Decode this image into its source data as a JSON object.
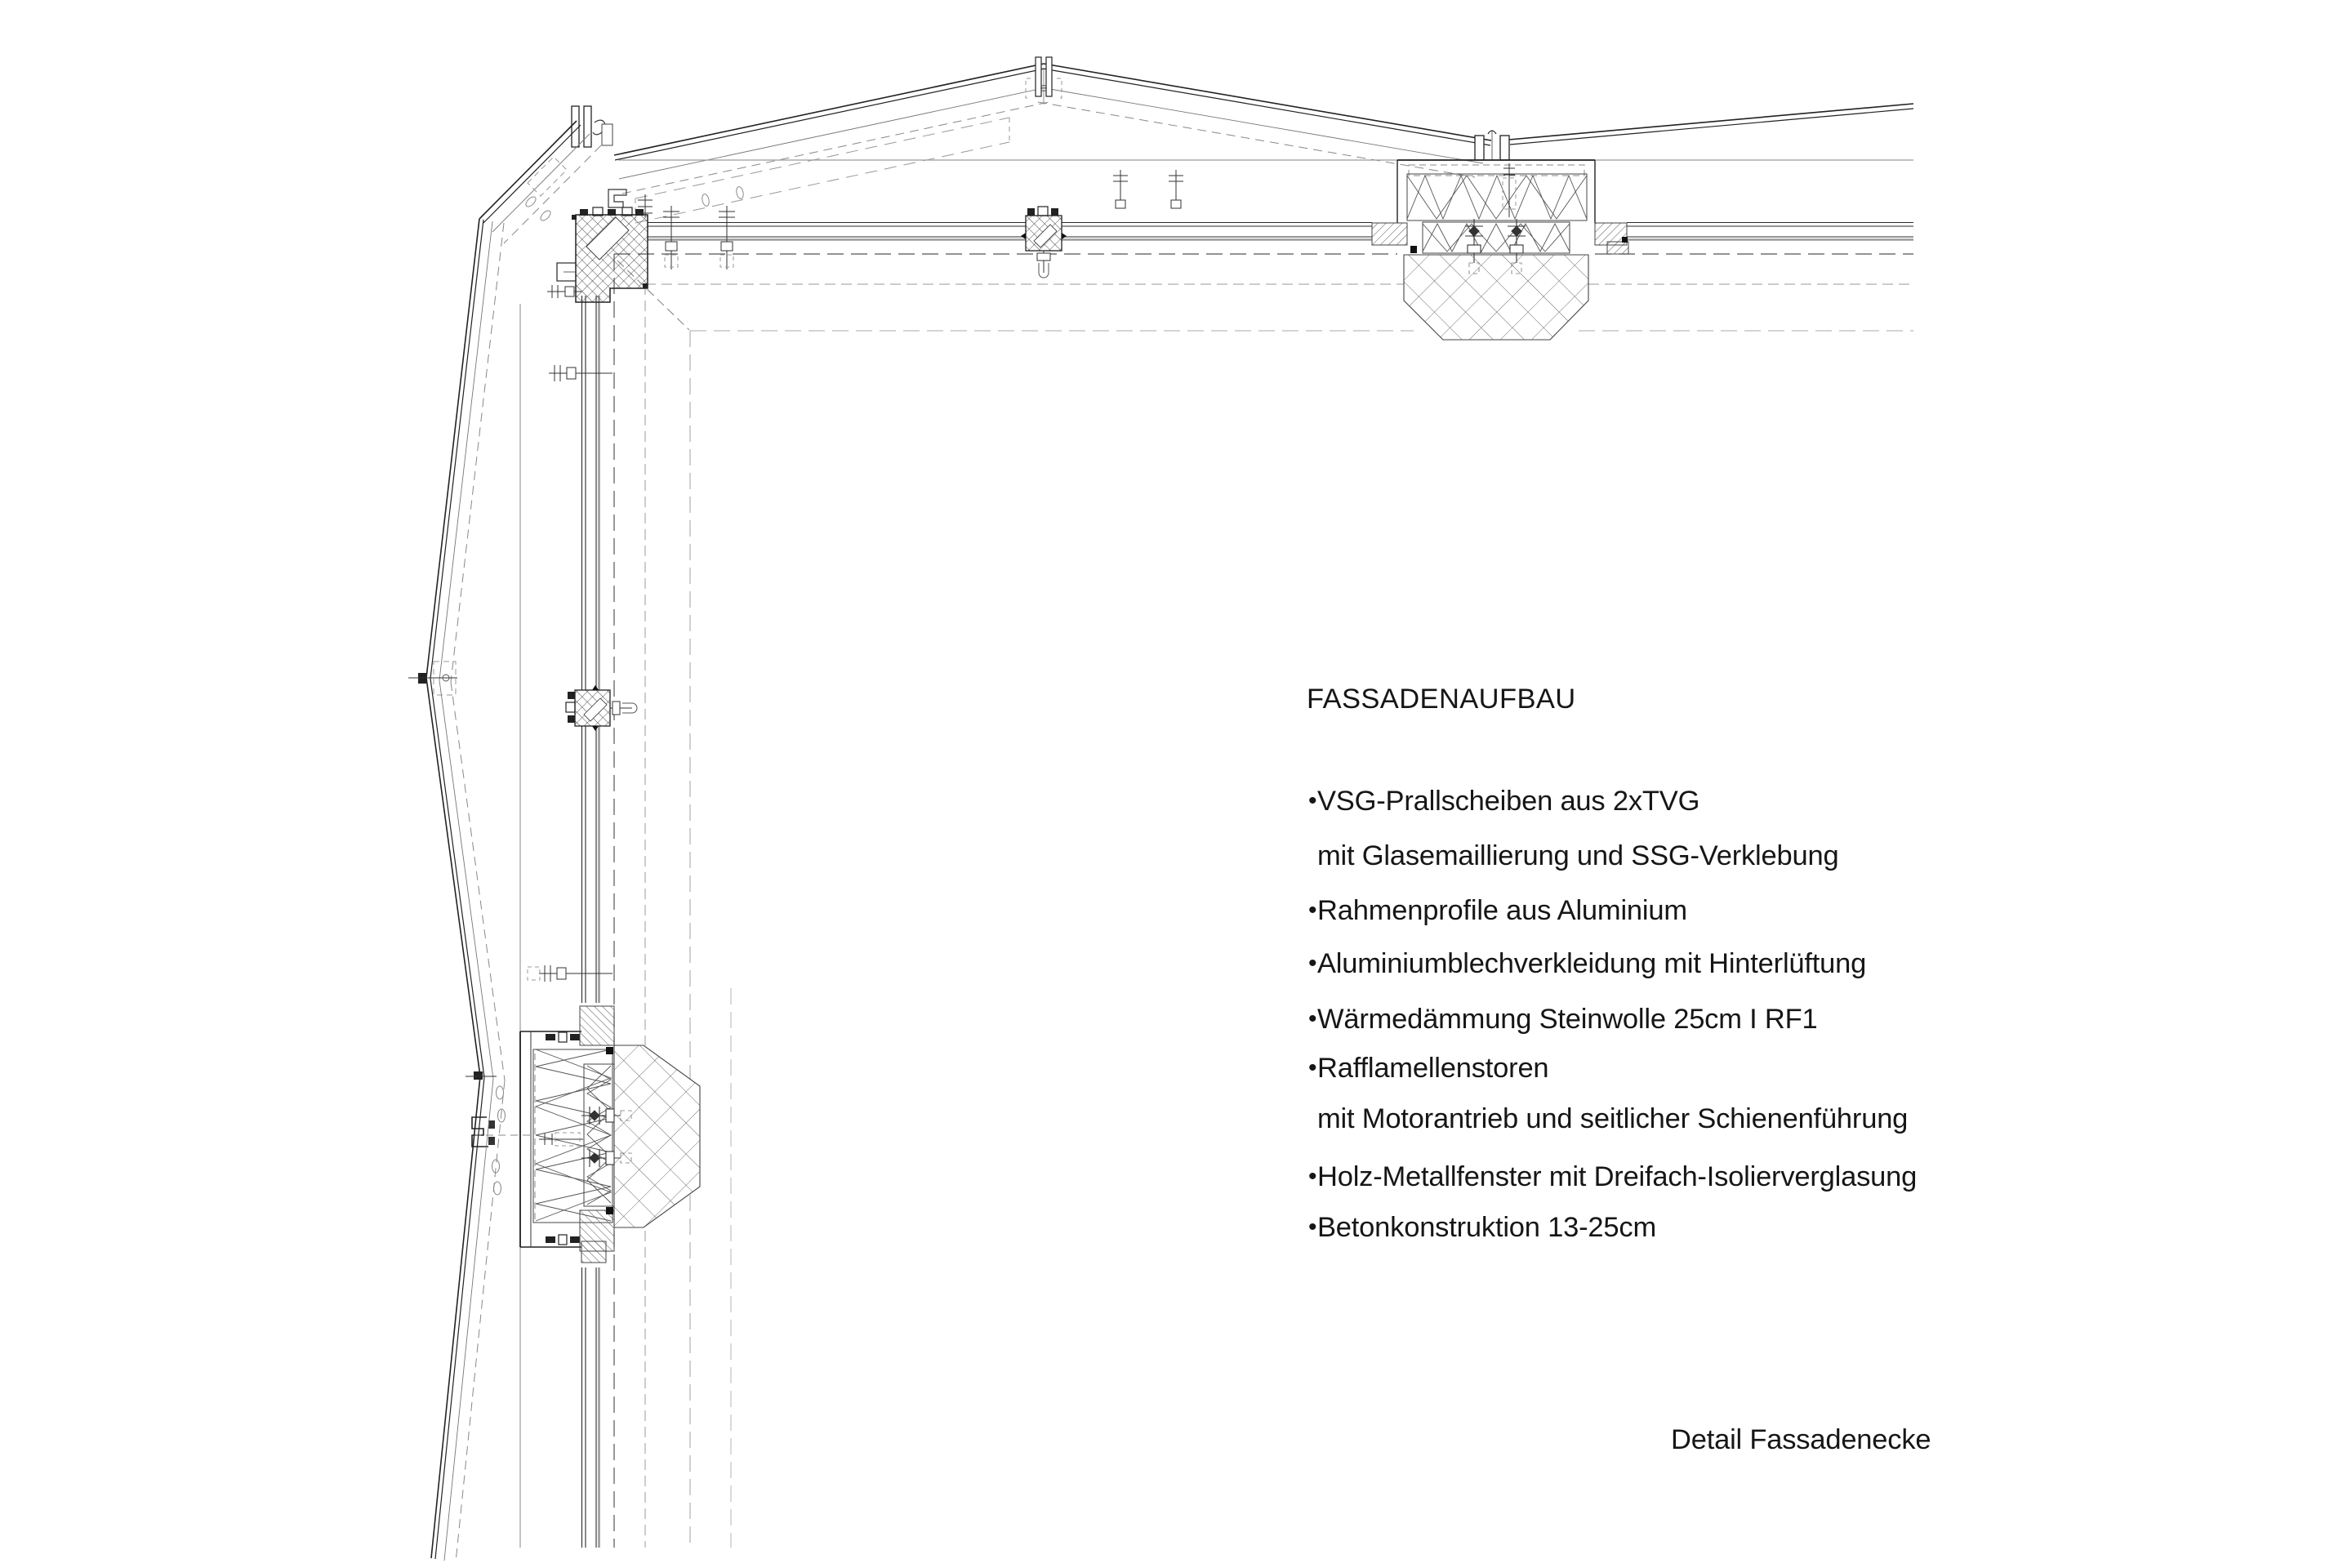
{
  "page": {
    "background": "#ffffff"
  },
  "legend": {
    "title": "FASSADENAUFBAU",
    "bullet_char": "•",
    "items": [
      {
        "bullet": true,
        "text": "VSG-Prallscheiben aus 2xTVG"
      },
      {
        "bullet": false,
        "text": "mit Glasemaillierung und SSG-Verklebung"
      },
      {
        "bullet": true,
        "text": "Rahmenprofile aus Aluminium"
      },
      {
        "bullet": true,
        "text": "Aluminiumblechverkleidung mit Hinterlüftung"
      },
      {
        "bullet": true,
        "text": "Wärmedämmung Steinwolle 25cm I RF1"
      },
      {
        "bullet": true,
        "text": "Rafflamellenstoren"
      },
      {
        "bullet": false,
        "text": "mit Motorantrieb und seitlicher Schienenführung"
      },
      {
        "bullet": true,
        "text": "Holz-Metallfenster mit Dreifach-Isolierverglasung"
      },
      {
        "bullet": true,
        "text": "Betonkonstruktion 13-25cm"
      }
    ]
  },
  "caption": {
    "text": "Detail Fassadenecke"
  },
  "drawing": {
    "stroke_dark": "#222222",
    "stroke_mid": "#555555",
    "stroke_gray": "#9a9a9a",
    "stroke_dashed": "#8a8a8a",
    "hatch_color": "#555555",
    "lattice_color": "#666666"
  }
}
